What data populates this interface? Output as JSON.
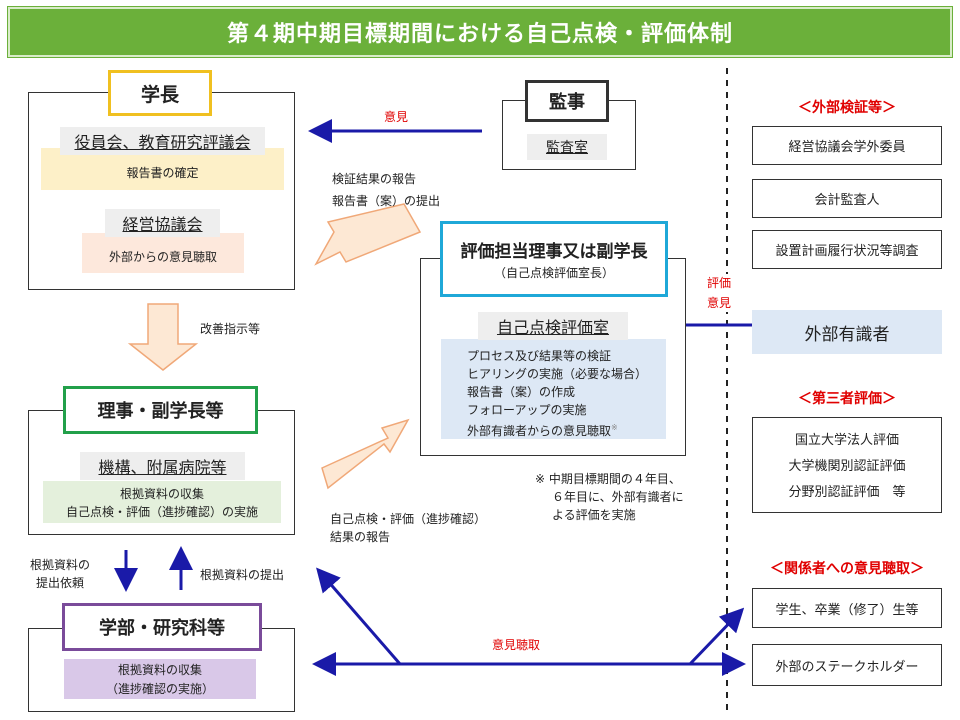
{
  "title": "第４期中期目標期間における自己点検・評価体制",
  "president": {
    "header": "学長",
    "board": "役員会、教育研究評議会",
    "board_note": "報告書の確定",
    "mgmt": "経営協議会",
    "mgmt_note": "外部からの意見聴取"
  },
  "auditor": {
    "header": "監事",
    "office": "監査室"
  },
  "arrows": {
    "opinion": "意見",
    "verify_report_1": "検証結果の報告",
    "verify_report_2": "報告書（案）の提出",
    "improvement": "改善指示等",
    "self_eval_1": "自己点検・評価（進捗確認）",
    "self_eval_2": "結果の報告",
    "request_1": "根拠資料の",
    "request_2": "提出依頼",
    "submit": "根拠資料の提出",
    "hearing": "意見聴取",
    "eval_label_1": "評価",
    "eval_label_2": "意見"
  },
  "evaluation": {
    "header": "評価担当理事又は副学長",
    "header_sub": "（自己点検評価室長）",
    "office": "自己点検評価室",
    "tasks": [
      "プロセス及び結果等の検証",
      "ヒアリングの実施（必要な場合）",
      "報告書（案）の作成",
      "フォローアップの実施",
      "外部有識者からの意見聴取"
    ],
    "task_mark": "※",
    "footnote_1": "※ 中期目標期間の４年目、",
    "footnote_2": "６年目に、外部有識者に",
    "footnote_3": "よる評価を実施"
  },
  "directors": {
    "header": "理事・副学長等",
    "org": "機構、附属病院等",
    "note_1": "根拠資料の収集",
    "note_2": "自己点検・評価（進捗確認）の実施"
  },
  "faculty": {
    "header": "学部・研究科等",
    "note_1": "根拠資料の収集",
    "note_2": "（進捗確認の実施）"
  },
  "external_verification": {
    "heading": "＜外部検証等＞",
    "items": [
      "経営協議会学外委員",
      "会計監査人",
      "設置計画履行状況等調査"
    ]
  },
  "external_expert": "外部有識者",
  "third_party": {
    "heading": "＜第三者評価＞",
    "items": [
      "国立大学法人評価",
      "大学機関別認証評価",
      "分野別認証評価　等"
    ]
  },
  "stakeholders": {
    "heading": "＜関係者への意見聴取＞",
    "items": [
      "学生、卒業（修了）生等",
      "外部のステークホルダー"
    ]
  },
  "colors": {
    "title_green": "#6bb03a",
    "president_border": "#f0c020",
    "auditor_border": "#333333",
    "evaluation_border": "#1fa8d8",
    "directors_border": "#22a04a",
    "faculty_border": "#7a4b9a",
    "arrow_blue": "#1a1aa8",
    "red_text": "#e00000"
  }
}
